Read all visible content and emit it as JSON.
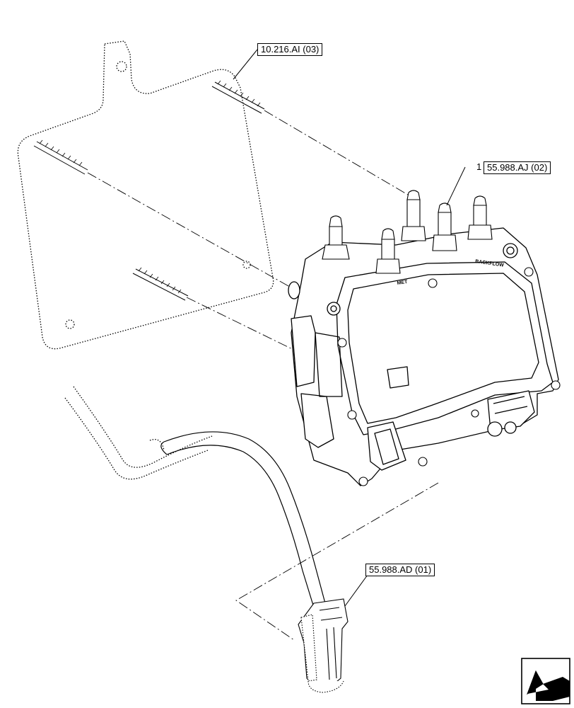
{
  "callouts": {
    "bracket_ref": "10.216.AI (03)",
    "pump_ref": "55.988.AJ (02)",
    "pump_item_number": "1",
    "connector_ref": "55.988.AD (01)"
  },
  "module_markings": {
    "label_a": "BACKFLOW",
    "label_b": "MET"
  },
  "nav_icon": "view-direction-arrow-icon"
}
